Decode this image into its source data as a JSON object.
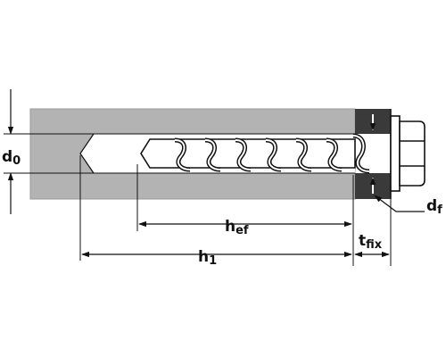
{
  "labels": {
    "d0": {
      "main": "d",
      "sub": "0"
    },
    "hef": {
      "main": "h",
      "sub": "ef"
    },
    "h1": {
      "main": "h",
      "sub": "1"
    },
    "tfix": {
      "main": "t",
      "sub": "fix"
    },
    "df": {
      "main": "d",
      "sub": "f"
    }
  },
  "colors": {
    "concrete": "#b3b3b3",
    "fixture": "#3a3a3a",
    "line": "#111111",
    "drill_hole": "#ffffff",
    "screw": "#ffffff"
  }
}
